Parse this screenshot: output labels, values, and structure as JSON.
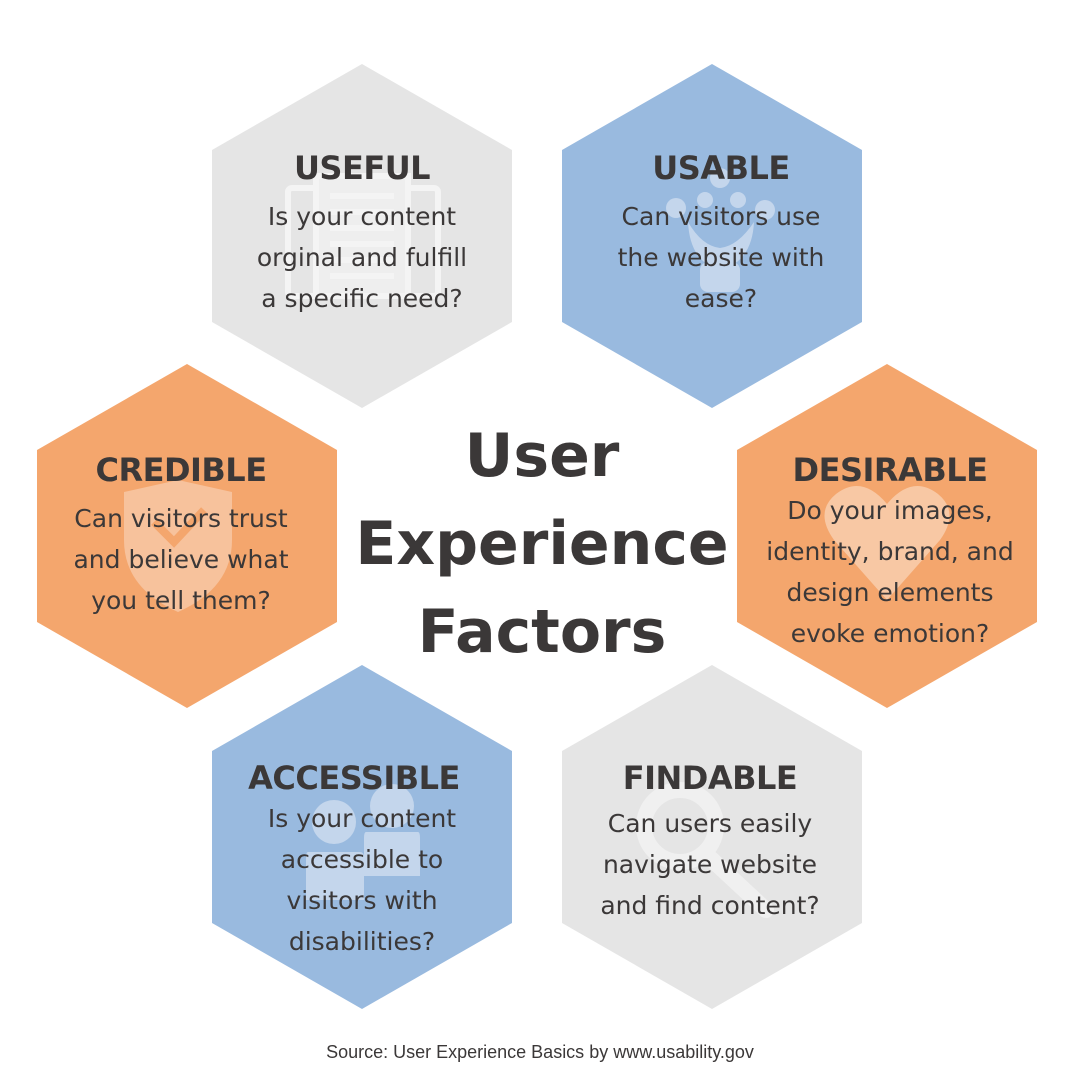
{
  "colors": {
    "gray": "#e5e5e5",
    "blue": "#99badf",
    "orange": "#f4a66d",
    "text": "#3b3838"
  },
  "title": {
    "line1": "User",
    "line2": "Experience",
    "line3": "Factors"
  },
  "factors": {
    "useful": {
      "title": "USEFUL",
      "line1": "Is your content",
      "line2": "orginal and fulfill",
      "line3": "a specific need?",
      "icon": "document-icon"
    },
    "usable": {
      "title": "USABLE",
      "line1": "Can visitors use",
      "line2": "the website with",
      "line3": "ease?",
      "icon": "hands-icon"
    },
    "credible": {
      "title": "CREDIBLE",
      "line1": "Can visitors trust",
      "line2": "and believe what",
      "line3": "you tell them?",
      "icon": "shield-check-icon"
    },
    "desirable": {
      "title": "DESIRABLE",
      "line1": "Do your images,",
      "line2": "identity, brand, and",
      "line3": "design elements",
      "line4": "evoke emotion?",
      "icon": "heart-icon"
    },
    "accessible": {
      "title": "ACCESSIBLE",
      "line1": "Is your content",
      "line2": "accessible to",
      "line3": "visitors with",
      "line4": "disabilities?",
      "icon": "people-icon"
    },
    "findable": {
      "title": "FINDABLE",
      "line1": "Can users easily",
      "line2": "navigate website",
      "line3": "and find content?",
      "icon": "magnifier-icon"
    }
  },
  "source": "Source: User Experience Basics by www.usability.gov"
}
